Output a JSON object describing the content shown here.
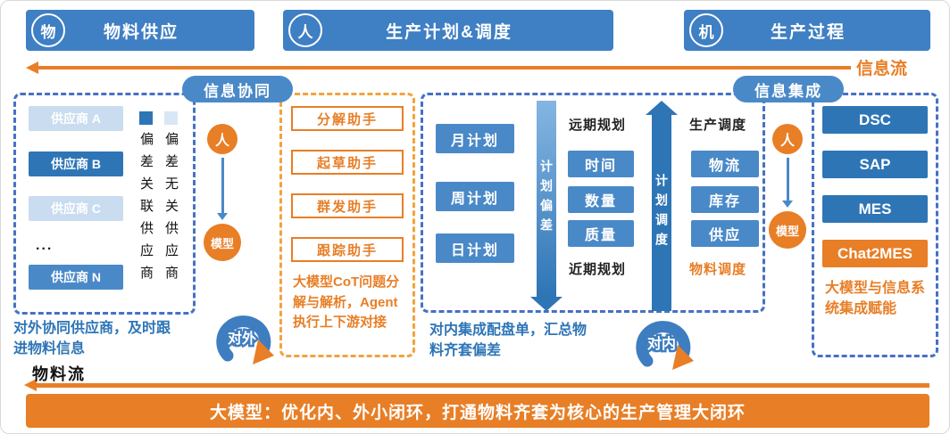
{
  "colors": {
    "blue": "#3f7fc3",
    "dark_blue": "#2e75b6",
    "medium_blue": "#4a89c8",
    "light_blue": "#c9dcf0",
    "dashed_border_blue": "#4472c4",
    "orange": "#e87e26"
  },
  "header": {
    "bars": [
      {
        "icon": "物",
        "label": "物料供应"
      },
      {
        "icon": "人",
        "label": "生产计划&调度"
      },
      {
        "icon": "机",
        "label": "生产过程"
      }
    ],
    "info_flow_label": "信息流"
  },
  "badges": {
    "collaboration": "信息协同",
    "integration": "信息集成"
  },
  "suppliers": {
    "items": [
      {
        "label": "供应商 A"
      },
      {
        "label": "供应商 B"
      },
      {
        "label": "供应商 C"
      },
      {
        "label": "..."
      },
      {
        "label": "供应商 N"
      }
    ],
    "legend": [
      {
        "label": "偏差关联供应商"
      },
      {
        "label": "偏差无关供应商"
      }
    ]
  },
  "person_model": {
    "person": "人",
    "model": "模型"
  },
  "assistants": {
    "items": [
      {
        "label": "分解助手"
      },
      {
        "label": "起草助手"
      },
      {
        "label": "群发助手"
      },
      {
        "label": "跟踪助手"
      }
    ],
    "caption": "大模型CoT问题分解与解析，Agent执行上下游对接"
  },
  "planning": {
    "plans": [
      {
        "label": "月计划"
      },
      {
        "label": "周计划"
      },
      {
        "label": "日计划"
      }
    ],
    "deviation_arrow": "计划偏差",
    "scheduling_arrow": "计划调度",
    "long_term": "远期规划",
    "near_term": "近期规划",
    "metrics": [
      {
        "label": "时间"
      },
      {
        "label": "数量"
      },
      {
        "label": "质量"
      }
    ],
    "production_scheduling": "生产调度",
    "resources": [
      {
        "label": "物流"
      },
      {
        "label": "库存"
      },
      {
        "label": "供应"
      }
    ],
    "material_scheduling": "物料调度"
  },
  "systems": {
    "items": [
      {
        "label": "DSC"
      },
      {
        "label": "SAP"
      },
      {
        "label": "MES"
      },
      {
        "label": "Chat2MES"
      }
    ],
    "caption": "大模型与信息系统集成赋能"
  },
  "bottom": {
    "external_note": "对外协同供应商，及时跟进物料信息",
    "external_label": "对外",
    "internal_note": "对内集成配盘单，汇总物料齐套偏差",
    "internal_label": "对内",
    "material_flow_label": "物料流",
    "banner": "大模型：优化内、外小闭环，打通物料齐套为核心的生产管理大闭环"
  }
}
